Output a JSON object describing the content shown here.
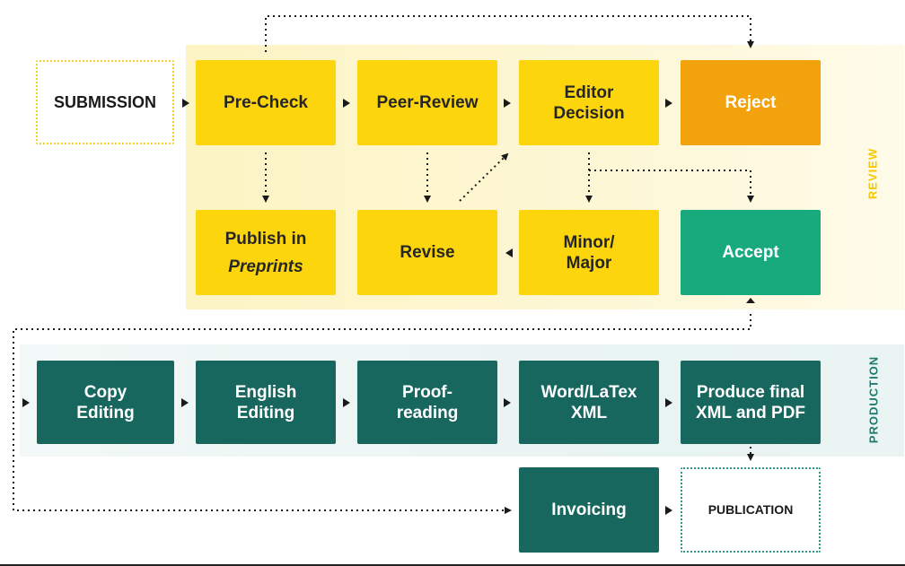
{
  "sections": {
    "review_label": "REVIEW",
    "production_label": "PRODUCTION"
  },
  "nodes": {
    "submission": "SUBMISSION",
    "pre_check": "Pre-Check",
    "peer_review": "Peer-Review",
    "editor_decision": {
      "line1": "Editor",
      "line2": "Decision"
    },
    "reject": "Reject",
    "publish_preprints": {
      "line1": "Publish in",
      "line2": "Preprints"
    },
    "revise": "Revise",
    "minor_major": {
      "line1": "Minor/",
      "line2": "Major"
    },
    "accept": "Accept",
    "copy_editing": {
      "line1": "Copy",
      "line2": "Editing"
    },
    "english_editing": {
      "line1": "English",
      "line2": "Editing"
    },
    "proofreading": {
      "line1": "Proof-",
      "line2": "reading"
    },
    "word_latex": {
      "line1": "Word/LaTex",
      "line2": "XML"
    },
    "produce_final": {
      "line1": "Produce final",
      "line2": "XML and PDF"
    },
    "invoicing": "Invoicing",
    "publication": "PUBLICATION"
  },
  "colors": {
    "review_box": "#fcd50c",
    "reject": "#f2a20c",
    "accept": "#18a97d",
    "production_box": "#17675f",
    "connector": "#1a1a1a"
  }
}
